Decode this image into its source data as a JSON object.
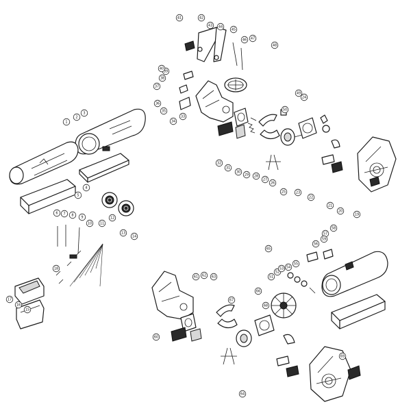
{
  "callouts": {
    "c1": "1",
    "c2": "2",
    "c3": "3",
    "c4": "4",
    "c5": "5",
    "c6": "6",
    "c7": "7",
    "c8": "8",
    "c9": "9",
    "c10": "10",
    "c11": "11",
    "c12": "12",
    "c13": "13",
    "c14": "14",
    "c15": "15",
    "c16": "16",
    "c17": "17",
    "c18": "18",
    "c19": "19",
    "c20": "20",
    "c21": "21",
    "c22": "22",
    "c23": "23",
    "c24": "24",
    "c25": "25",
    "c26": "26",
    "c27": "27",
    "c28": "28",
    "c29": "29",
    "c30": "30",
    "c31": "31",
    "c32": "32",
    "c33": "33",
    "c34": "34",
    "c35": "35",
    "c36": "36",
    "c37": "37",
    "c38": "38",
    "c39": "39",
    "c40": "40",
    "c41": "41",
    "c42": "42",
    "c43": "43",
    "c44": "44",
    "c45": "45",
    "c46": "46",
    "c47": "47",
    "c48": "48",
    "c49": "49",
    "c50": "50",
    "c51": "51",
    "c52": "52",
    "c53": "53",
    "c54": "54",
    "c55": "55",
    "c56": "56",
    "c57": "57",
    "c58": "58",
    "c59": "59",
    "c60": "60",
    "c61": "61",
    "c62": "62",
    "c63": "63",
    "c64": "64",
    "c65": "65",
    "c66": "66",
    "c67": "67",
    "c68": "68",
    "c69": "69"
  }
}
